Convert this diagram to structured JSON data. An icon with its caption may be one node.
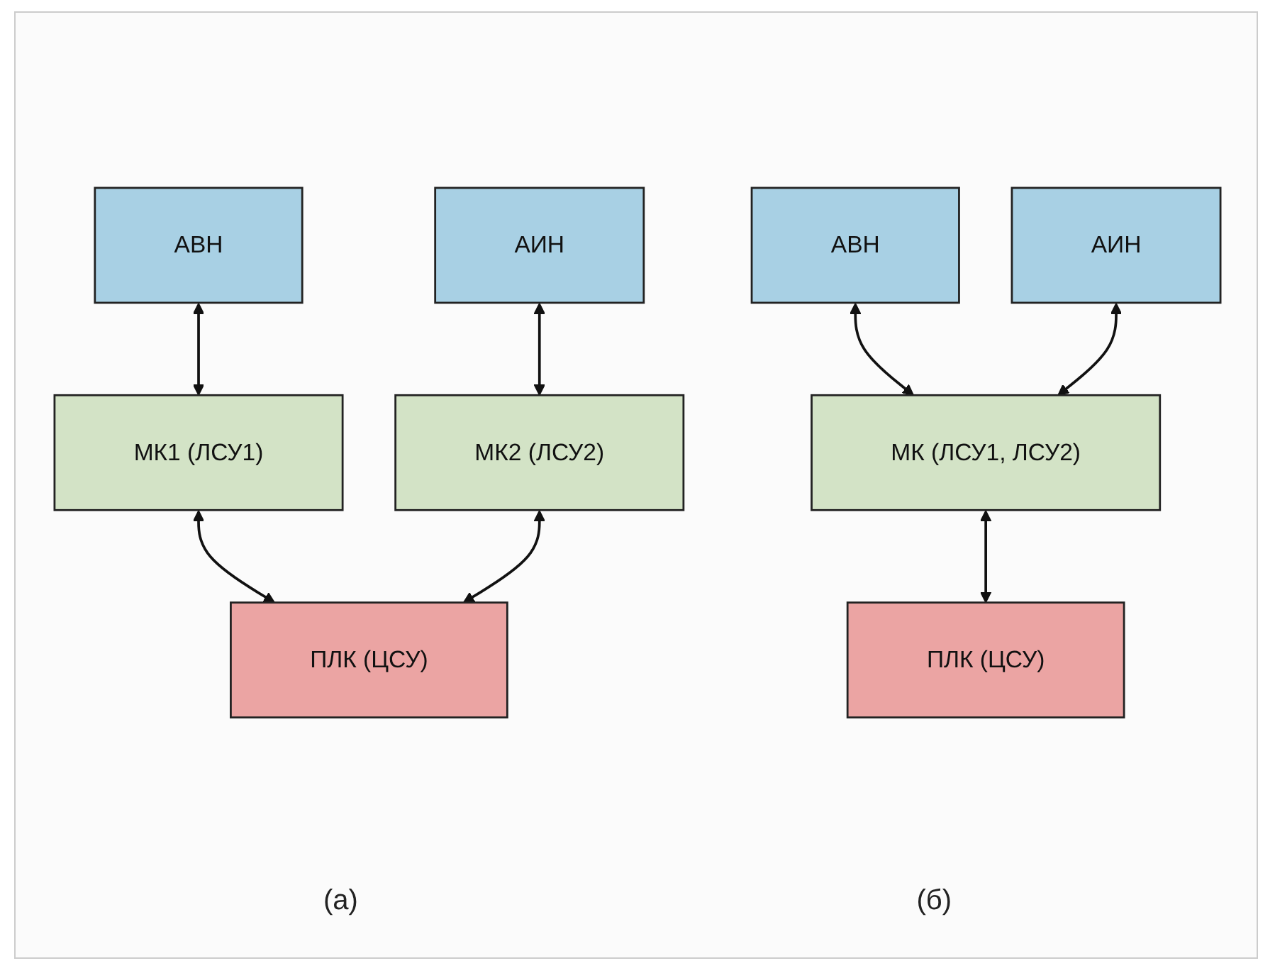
{
  "diagram": {
    "nodes": [
      {
        "text": [
          "АВН"
        ]
      },
      {
        "text": [
          "АИН"
        ]
      },
      {
        "text": [
          "МК1 (ЛСУ1)"
        ]
      },
      {
        "text": [
          "МК2 (ЛСУ2)"
        ]
      },
      {
        "text": [
          "ПЛК (ЦСУ)"
        ]
      },
      {
        "text": [
          "АВН"
        ]
      },
      {
        "text": [
          "АИН"
        ]
      },
      {
        "text": [
          "МК (ЛСУ1, ЛСУ2)"
        ]
      },
      {
        "text": [
          "ПЛК (ЦСУ)"
        ]
      }
    ],
    "edges": [
      {
        "from": 0,
        "to": 2,
        "arrow": "both"
      },
      {
        "from": 1,
        "to": 3,
        "arrow": "both"
      },
      {
        "from": 2,
        "to": 4,
        "arrow": "both"
      },
      {
        "from": 3,
        "to": 4,
        "arrow": "both"
      },
      {
        "from": 5,
        "to": 7,
        "arrow": "both"
      },
      {
        "from": 6,
        "to": 7,
        "arrow": "both"
      },
      {
        "from": 7,
        "to": 8,
        "arrow": "both"
      }
    ],
    "labels": [
      "(а)",
      "(б)"
    ]
  }
}
